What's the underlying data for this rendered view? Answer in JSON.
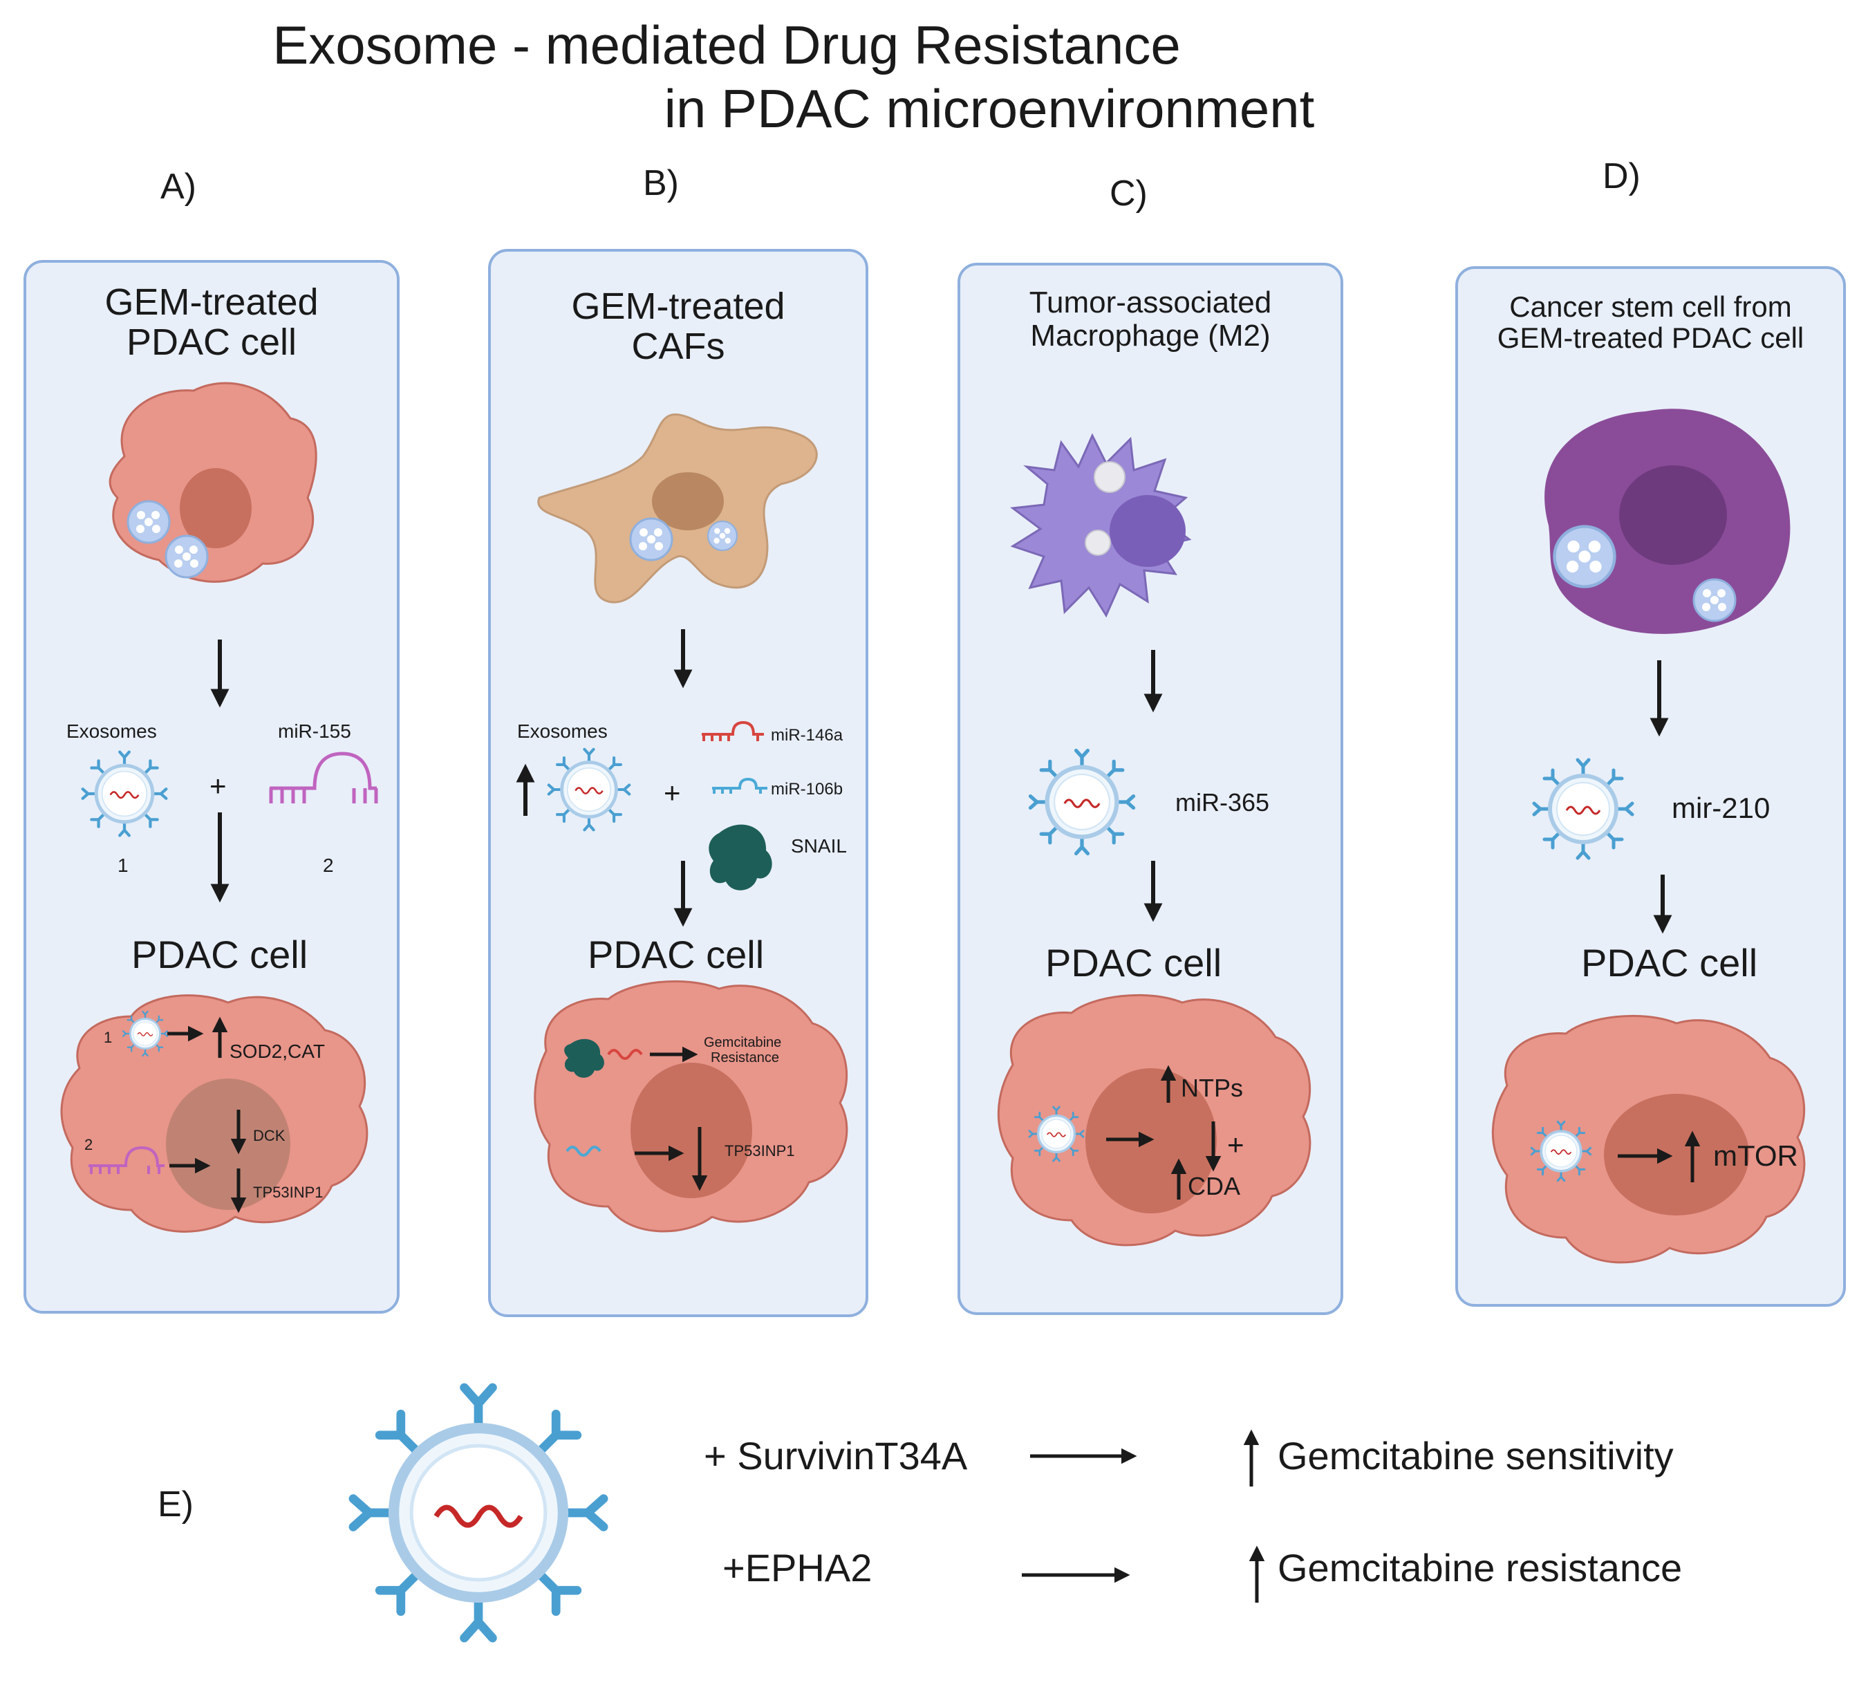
{
  "title": {
    "line1": "Exosome - mediated Drug Resistance",
    "line2": "in PDAC microenvironment"
  },
  "panels": {
    "A": {
      "label": "A)",
      "title_line1": "GEM-treated",
      "title_line2": "PDAC cell",
      "exosomes": "Exosomes",
      "mirna": "miR-155",
      "plus": "+",
      "num1": "1",
      "num2": "2",
      "target": "PDAC cell",
      "gene1": "SOD2,CAT",
      "gene2": "DCK",
      "gene3": "TP53INP1",
      "mark1": "1",
      "mark2": "2"
    },
    "B": {
      "label": "B)",
      "title_line1": "GEM-treated",
      "title_line2": "CAFs",
      "exosomes": "Exosomes",
      "plus": "+",
      "mirna1": "miR-146a",
      "mirna2": "miR-106b",
      "protein": "SNAIL",
      "target": "PDAC cell",
      "effect_line1": "Gemcitabine",
      "effect_line2": "Resistance",
      "gene": "TP53INP1"
    },
    "C": {
      "label": "C)",
      "title_line1": "Tumor-associated",
      "title_line2": "Macrophage (M2)",
      "mirna": "miR-365",
      "target": "PDAC cell",
      "gene1": "NTPs",
      "gene2": "CDA",
      "plus": "+"
    },
    "D": {
      "label": "D)",
      "title_line1": "Cancer stem cell from",
      "title_line2": "GEM-treated PDAC cell",
      "mirna": "mir-210",
      "target": "PDAC cell",
      "gene": "mTOR"
    }
  },
  "panelE": {
    "label": "E)",
    "row1_agent": "+ SurvivinT34A",
    "row1_effect": "Gemcitabine sensitivity",
    "row2_agent": "+EPHA2",
    "row2_effect": "Gemcitabine resistance"
  },
  "colors": {
    "panel_fill": "#e8eff9",
    "panel_border": "#8fb0de",
    "pdac_cell": "#e8958a",
    "pdac_nucleus": "#c8705f",
    "caf_cell": "#ddb48e",
    "macrophage": "#9b88d6",
    "stem_cell": "#8a4c98",
    "exosome_blue": "#4a9fd1",
    "rna_red": "#c62828",
    "mirna_purple": "#c064c0",
    "snail_green": "#1d5e58"
  }
}
